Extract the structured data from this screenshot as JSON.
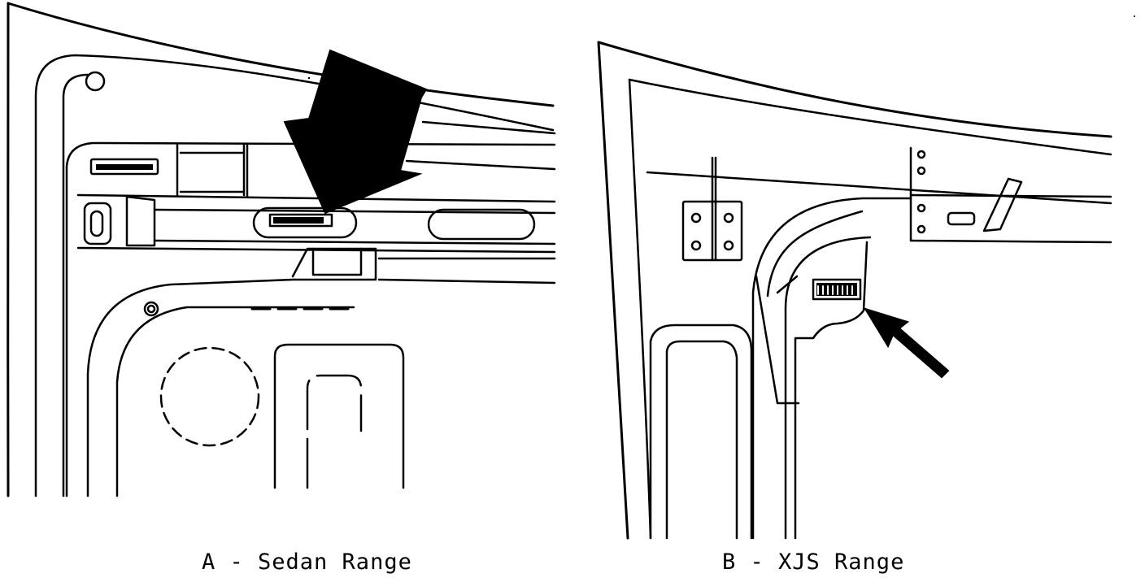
{
  "figure": {
    "panels": [
      {
        "id": "A",
        "caption": "A - Sedan Range"
      },
      {
        "id": "B",
        "caption": "B - XJS Range"
      }
    ],
    "colors": {
      "ink": "#000000",
      "paper": "#ffffff"
    }
  }
}
